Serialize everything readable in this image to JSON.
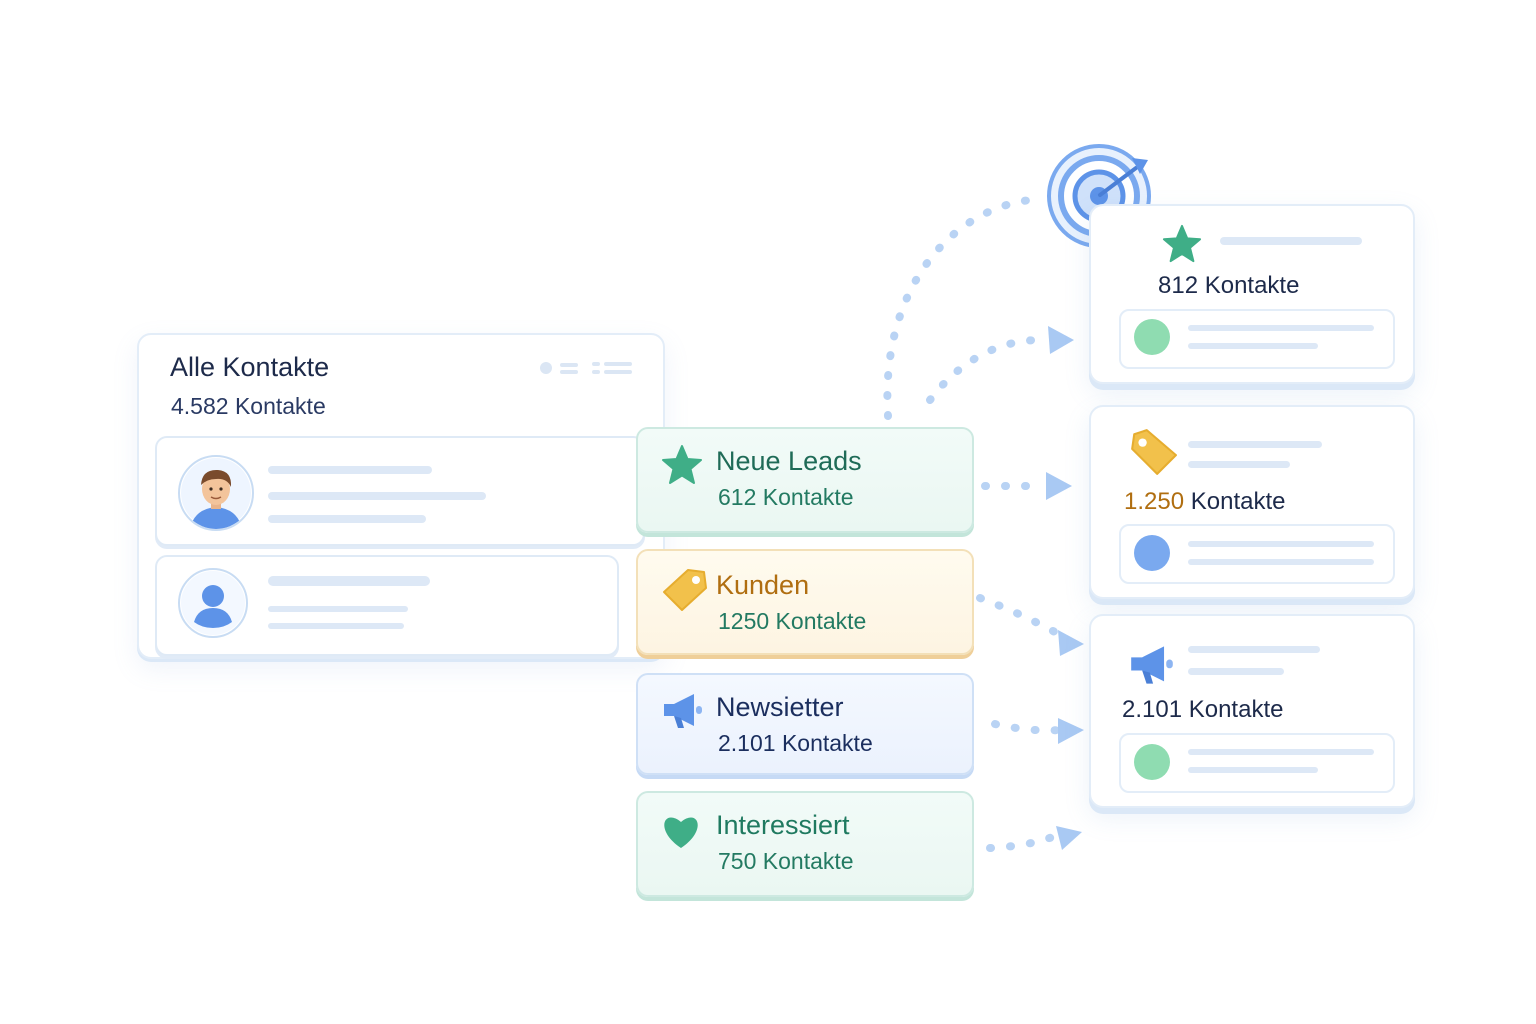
{
  "all_contacts": {
    "title": "Alle Kontakte",
    "count": "4.582 Kontakte"
  },
  "segments": [
    {
      "title": "Neue Leads",
      "count": "612 Kontakte",
      "icon": "star-icon",
      "color": "#3fae87"
    },
    {
      "title": "Kunden",
      "count": "1250 Kontakte",
      "icon": "tag-icon",
      "color": "#f2c14b"
    },
    {
      "title": "Newsietter",
      "count": "2.101 Kontakte",
      "icon": "megaphone-icon",
      "color": "#5d93e8"
    },
    {
      "title": "Interessiert",
      "count": "750 Kontakte",
      "icon": "heart-icon",
      "color": "#3fae87"
    }
  ],
  "targets": [
    {
      "count": "812 Kontakte",
      "icon": "star-icon"
    },
    {
      "count_number": "1.250",
      "count_unit": "Kontakte",
      "icon": "tag-icon"
    },
    {
      "count": "2.101 Kontakte",
      "icon": "megaphone-icon"
    }
  ],
  "colors": {
    "accent_blue": "#5d93e8",
    "green": "#3fae87",
    "gold": "#f2c14b",
    "dot_green": "#8fdcb1",
    "dot_blue": "#7aa9ef",
    "flow_dots": "#b9d3f4"
  }
}
